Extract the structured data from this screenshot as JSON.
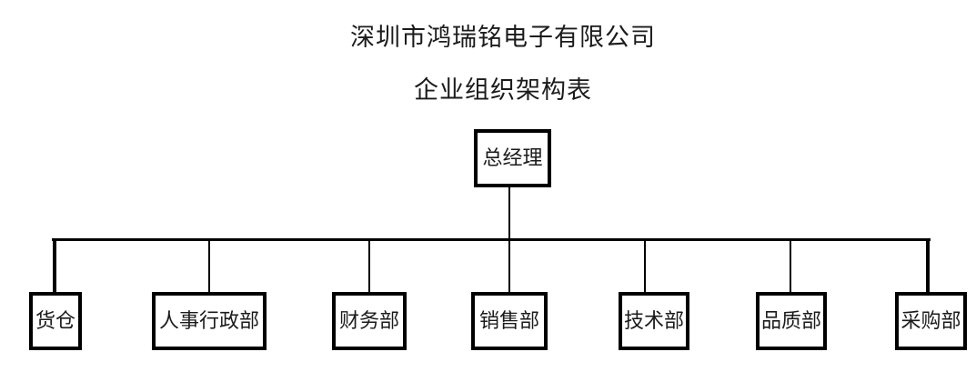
{
  "header": {
    "title": "深圳市鸿瑞铭电子有限公司",
    "subtitle": "企业组织架构表"
  },
  "chart": {
    "type": "org-chart",
    "root": {
      "label": "总经理"
    },
    "departments": [
      {
        "label": "货仓"
      },
      {
        "label": "人事行政部"
      },
      {
        "label": "财务部"
      },
      {
        "label": "销售部"
      },
      {
        "label": "技术部"
      },
      {
        "label": "品质部"
      },
      {
        "label": "采购部"
      }
    ]
  },
  "colors": {
    "background": "#ffffff",
    "line": "#000000",
    "text": "#1b1b1b"
  }
}
